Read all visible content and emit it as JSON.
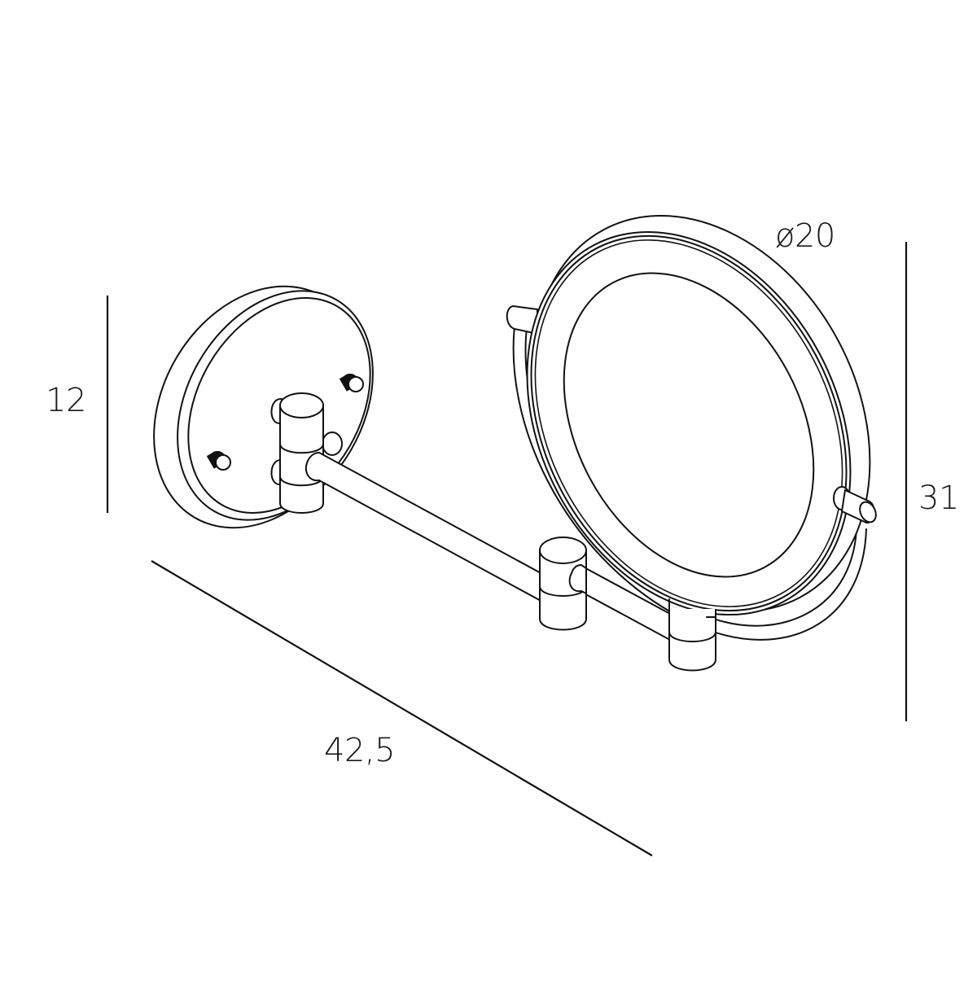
{
  "drawing": {
    "subject": "wall-mounted magnifying mirror with extendable arm",
    "stroke_color": "#111111",
    "background_color": "#ffffff"
  },
  "dimensions": {
    "mirror_diameter": "ø20",
    "base_height": "12",
    "total_height": "31",
    "total_length": "42,5"
  }
}
